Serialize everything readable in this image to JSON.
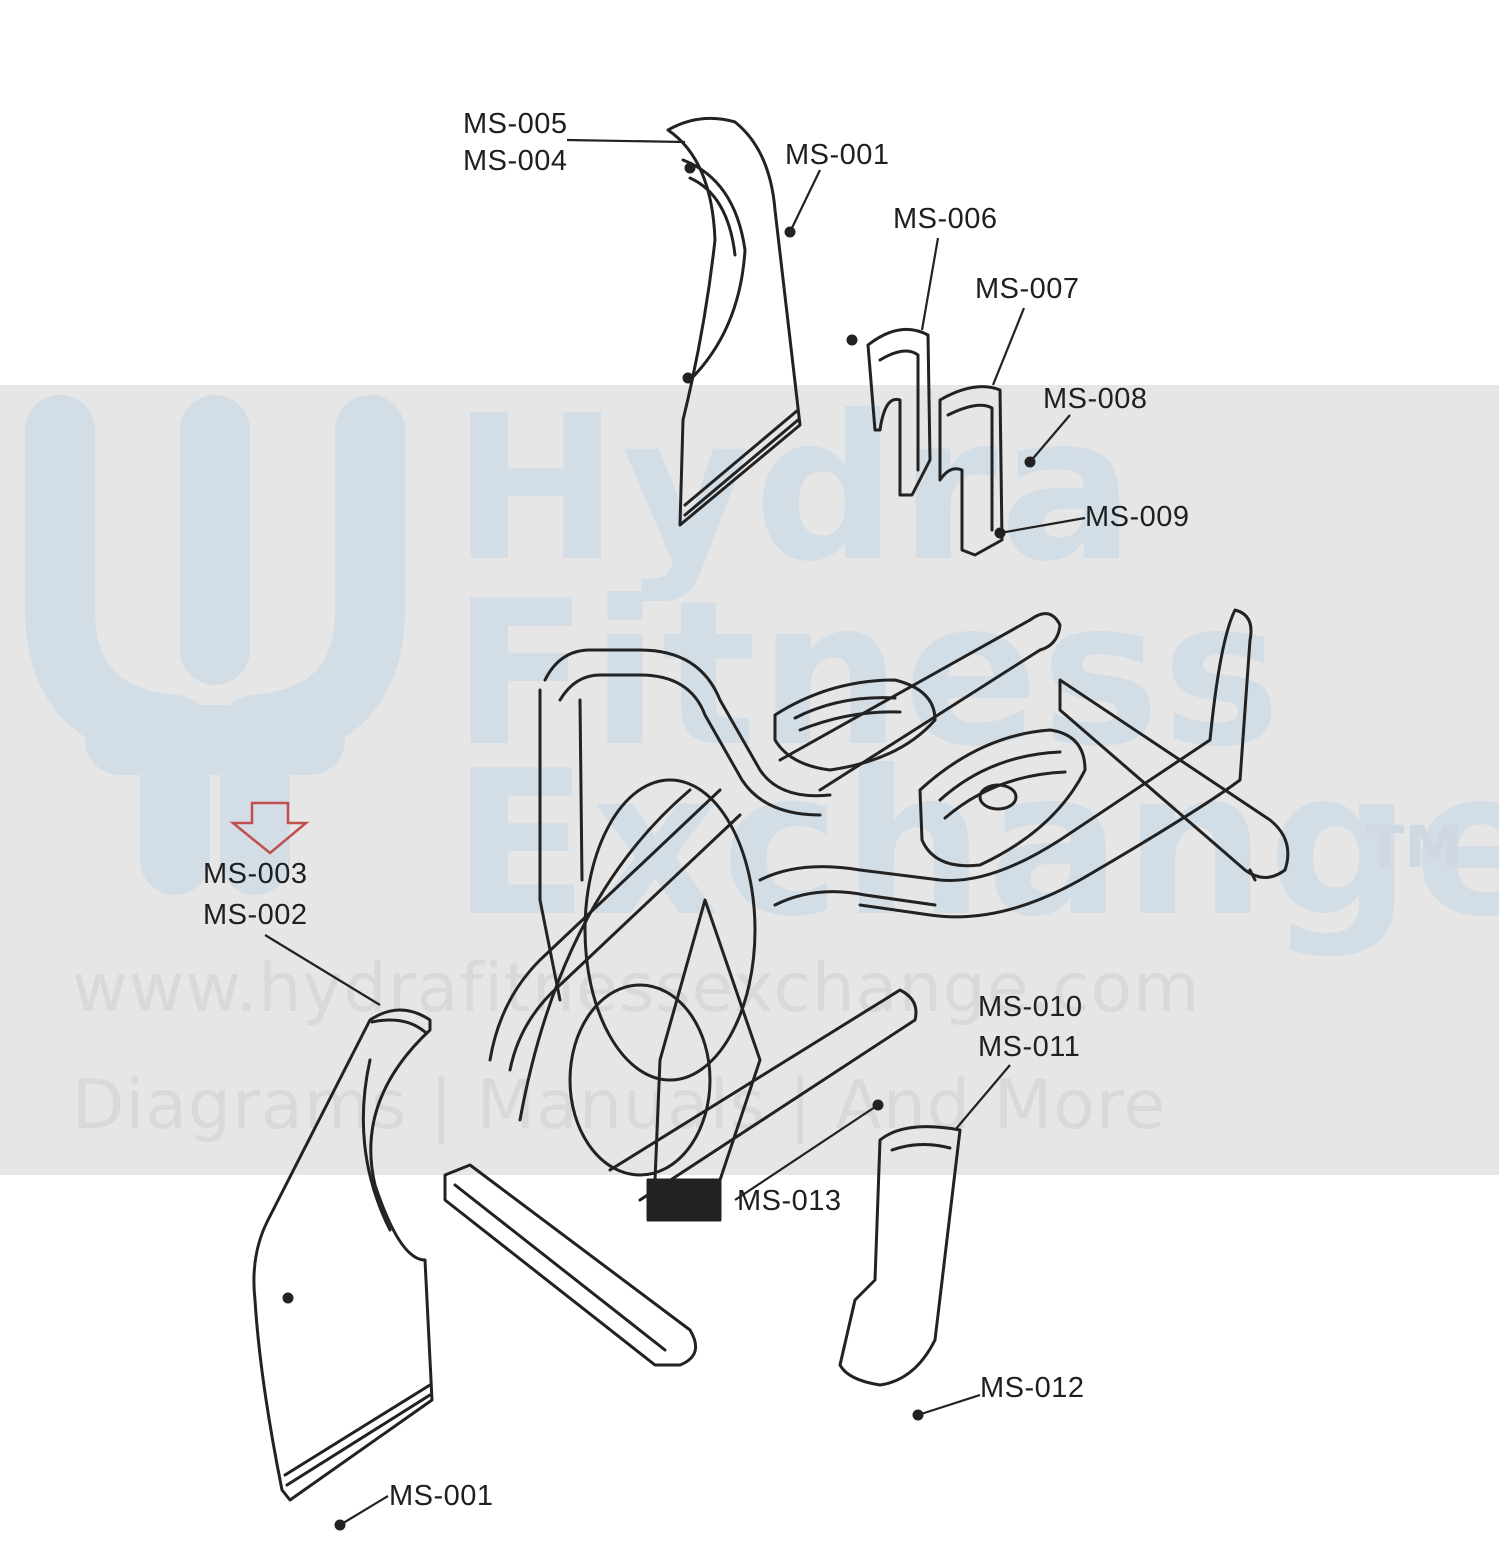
{
  "watermark": {
    "brand_line1": "Hydra",
    "brand_line2": "Fitness",
    "brand_line3": "Exchange",
    "trademark": "TM",
    "url": "www.hydrafitnessexchange.com",
    "tagline": "Diagrams | Manuals | And More",
    "logo_icon": "trident-h-logo-icon",
    "band_color": "#e6e6e6",
    "text_color": "#d3dde6"
  },
  "callouts": {
    "ms005": "MS-005",
    "ms004": "MS-004",
    "ms001_top": "MS-001",
    "ms006": "MS-006",
    "ms007": "MS-007",
    "ms008": "MS-008",
    "ms009": "MS-009",
    "ms003": "MS-003",
    "ms002": "MS-002",
    "ms010": "MS-010",
    "ms011": "MS-011",
    "ms013": "MS-013",
    "ms012": "MS-012",
    "ms001_bottom": "MS-001"
  },
  "highlight": {
    "arrow_icon": "down-arrow-icon",
    "arrow_color": "#c0504d"
  }
}
